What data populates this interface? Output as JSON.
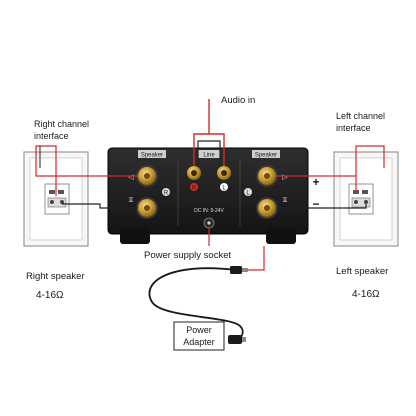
{
  "labels": {
    "audio_in": "Audio in",
    "right_channel_line1": "Right channel",
    "right_channel_line2": "interface",
    "left_channel_line1": "Left channel",
    "left_channel_line2": "interface",
    "power_supply_socket": "Power supply socket",
    "right_speaker": "Right speaker",
    "right_impedance": "4-16Ω",
    "left_speaker": "Left speaker",
    "left_impedance": "4-16Ω",
    "power_adapter_line1": "Power",
    "power_adapter_line2": "Adapter"
  },
  "amp_panel": {
    "speaker_left_tag": "Speaker",
    "speaker_right_tag": "Speaker",
    "line_tag": "Line",
    "rca_r": "R",
    "rca_l": "L",
    "post_r": "R",
    "post_l": "L",
    "dc_in": "DC IN: 9-24V"
  },
  "polarity": {
    "plus": "+",
    "minus": "−"
  },
  "colors": {
    "wire_red": "#d42a2a",
    "wire_black": "#222222",
    "amp_body": "#1e1e1e",
    "gold": "#c99a2e"
  }
}
